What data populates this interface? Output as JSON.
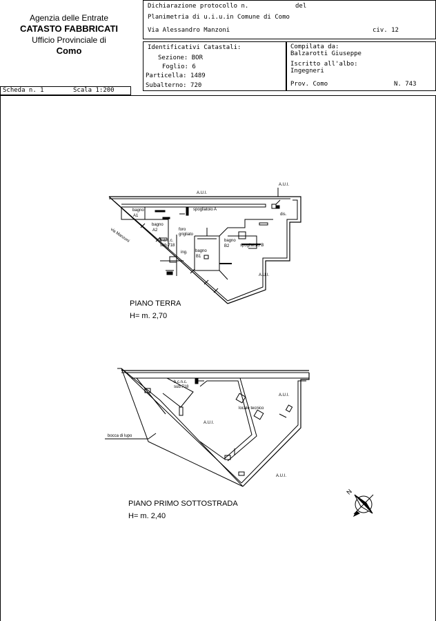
{
  "header": {
    "office": {
      "line1": "Agenzia delle Entrate",
      "line2": "CATASTO FABBRICATI",
      "line3": "Ufficio Provinciale di",
      "line4": "Como"
    },
    "declaration": {
      "protocol_label": "Dichiarazione protocollo n.",
      "del_label": "del",
      "plan_line": "Planimetria di u.i.u.in Comune di Como",
      "address": "Via Alessandro Manzoni",
      "civic": "civ. 12"
    },
    "identifiers": {
      "heading": "Identificativi Catastali:",
      "sezione": "Sezione: BOR",
      "foglio": "Foglio: 6",
      "particella": "Particella: 1489",
      "subalterno": "Subalterno: 720"
    },
    "compiler": {
      "label": "Compilata da:",
      "name": "Balzarotti Giuseppe",
      "albo_label": "Iscritto all'albo:",
      "albo_value": "Ingegneri",
      "province": "Prov. Como",
      "number": "N. 743"
    }
  },
  "sheet": {
    "scheda": "Scheda n. 1",
    "scala": "Scala 1:200"
  },
  "plan_ground": {
    "labels": {
      "aui_top": "A.U.I.",
      "aui_topright": "A.U.I.",
      "aui_bottom": "A.U.I.",
      "bagno_a1": "bagno",
      "a1": "A1",
      "spogliatoio_a": "spogliatoio A",
      "bagno_a2": "bagno",
      "a2": "A2",
      "foro": "foro",
      "grigliato": "grigliato",
      "bcnc": "b.c.n.c.",
      "sub": "sub.718",
      "dis": "dis.",
      "bagno_b2": "bagno",
      "b2": "B2",
      "spogliatoio_b": "spogliatoio B",
      "bagno_b1": "bagno",
      "b1": "B1",
      "ing": "ing.",
      "street": "via Manzoni"
    },
    "title": "PIANO TERRA",
    "height": "H= m. 2,70"
  },
  "plan_basement": {
    "labels": {
      "bcnc": "b.c.n.c.",
      "sub": "sub.718",
      "aui_center": "A.U.I.",
      "aui_right": "A.U.I.",
      "aui_bottom": "A.U.I.",
      "locale_tecnico": "locale tecnico",
      "bocca_di_lupo": "bocca di lupo"
    },
    "title": "PIANO PRIMO SOTTOSTRADA",
    "height": "H= m. 2,40"
  },
  "compass": {
    "north": "N"
  }
}
